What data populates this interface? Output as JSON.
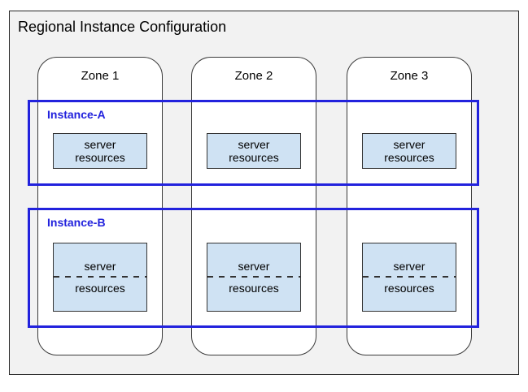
{
  "diagram": {
    "title": "Regional Instance Configuration",
    "zones": [
      {
        "label": "Zone 1"
      },
      {
        "label": "Zone 2"
      },
      {
        "label": "Zone 3"
      }
    ],
    "instances": [
      {
        "label": "Instance-A",
        "resource_divider": "none",
        "resources": [
          {
            "line1": "server",
            "line2": "resources"
          },
          {
            "line1": "server",
            "line2": "resources"
          },
          {
            "line1": "server",
            "line2": "resources"
          }
        ]
      },
      {
        "label": "Instance-B",
        "resource_divider": "dashed",
        "resources": [
          {
            "line1": "server",
            "line2": "resources"
          },
          {
            "line1": "server",
            "line2": "resources"
          },
          {
            "line1": "server",
            "line2": "resources"
          }
        ]
      }
    ],
    "colors": {
      "instance_accent": "#2222DD",
      "resource_fill": "#CFE2F3",
      "region_fill": "#F2F2F2",
      "border_dark": "#333333"
    }
  }
}
